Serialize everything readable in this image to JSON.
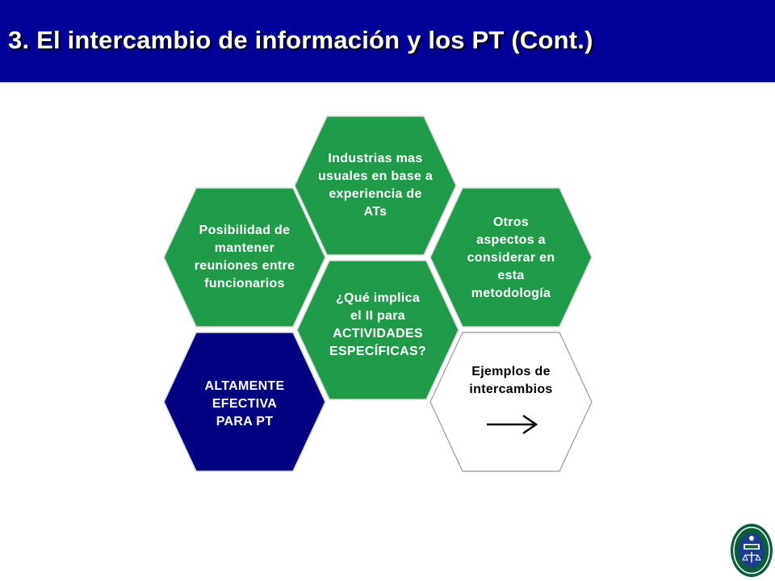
{
  "slide": {
    "title": "3. El intercambio de información y los PT (Cont.)"
  },
  "colors": {
    "title_bar": "#000099",
    "green_hex": "#1f9b4a",
    "navy_hex": "#000080",
    "white_hex": "#ffffff"
  },
  "hexagons": [
    {
      "id": "industrias",
      "label": "Industrias mas\nusuales en base a\nexperiencia de\nATs",
      "color": "green"
    },
    {
      "id": "posibilidad",
      "label": "Posibilidad de\nmantener\nreuniones entre\nfuncionarios",
      "color": "green"
    },
    {
      "id": "otros",
      "label": "Otros\naspectos a\nconsiderar en\nesta\nmetodología",
      "color": "green"
    },
    {
      "id": "centro",
      "label": "¿Qué implica\nel II para\nACTIVIDADES\nESPECÍFICAS?",
      "color": "green"
    },
    {
      "id": "altamente",
      "label": "ALTAMENTE\nEFECTIVA\nPARA PT",
      "color": "navy"
    },
    {
      "id": "ejemplos",
      "label": "Ejemplos de\nintercambios",
      "color": "white",
      "icon": "arrow-right-icon"
    }
  ],
  "logo": {
    "icon": "institution-seal-icon"
  }
}
